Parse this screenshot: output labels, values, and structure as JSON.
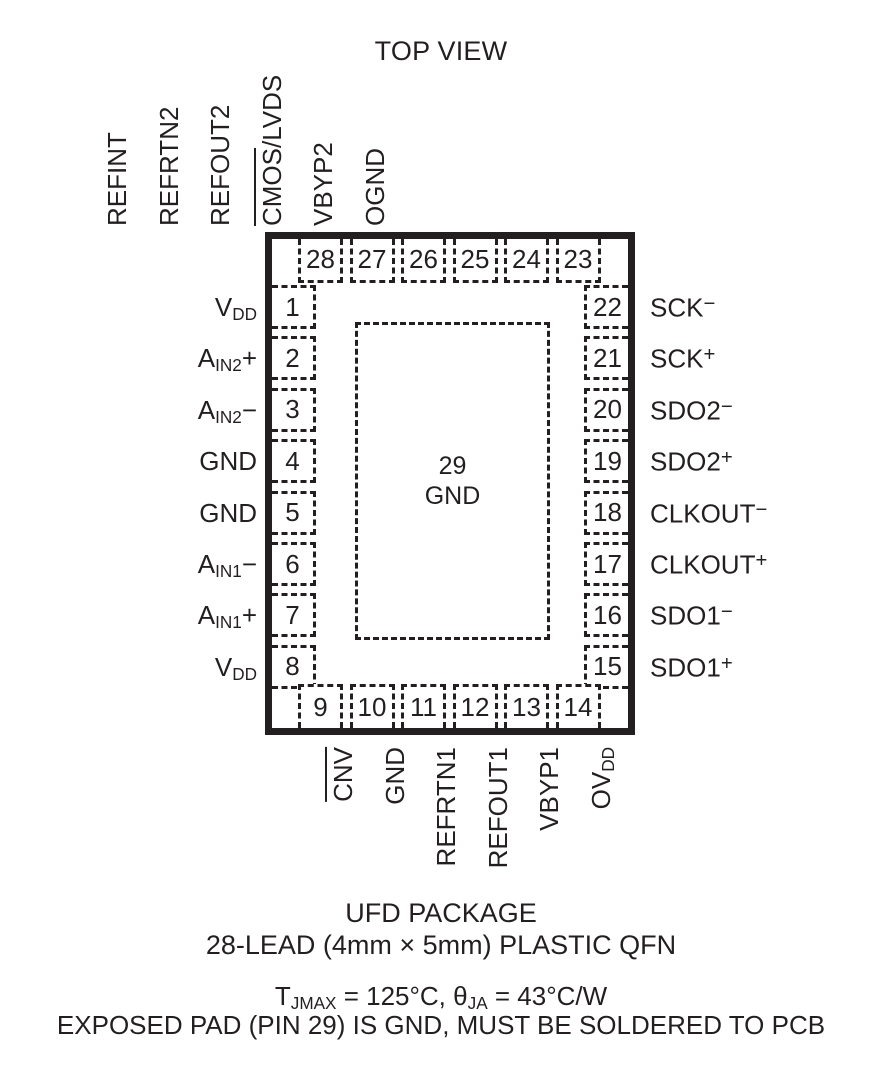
{
  "diagram": {
    "title": "TOP VIEW",
    "package_outline_color": "#231f20",
    "background_color": "#ffffff"
  },
  "exposed_pad": {
    "pin_number": "29",
    "label": "GND"
  },
  "pins": {
    "left": [
      {
        "number": "1",
        "label": "VDD",
        "base": "V",
        "sub": "DD",
        "sign": ""
      },
      {
        "number": "2",
        "label": "AIN2+",
        "base": "A",
        "sub": "IN2",
        "sign": "+"
      },
      {
        "number": "3",
        "label": "AIN2−",
        "base": "A",
        "sub": "IN2",
        "sign": "−"
      },
      {
        "number": "4",
        "label": "GND",
        "base": "GND",
        "sub": "",
        "sign": ""
      },
      {
        "number": "5",
        "label": "GND",
        "base": "GND",
        "sub": "",
        "sign": ""
      },
      {
        "number": "6",
        "label": "AIN1−",
        "base": "A",
        "sub": "IN1",
        "sign": "−"
      },
      {
        "number": "7",
        "label": "AIN1+",
        "base": "A",
        "sub": "IN1",
        "sign": "+"
      },
      {
        "number": "8",
        "label": "VDD",
        "base": "V",
        "sub": "DD",
        "sign": ""
      }
    ],
    "bottom": [
      {
        "number": "9",
        "label": "CNV",
        "base": "CNV",
        "sub": "",
        "overline": true
      },
      {
        "number": "10",
        "label": "GND",
        "base": "GND",
        "sub": "",
        "overline": false
      },
      {
        "number": "11",
        "label": "REFRTN1",
        "base": "REFRTN1",
        "sub": "",
        "overline": false
      },
      {
        "number": "12",
        "label": "REFOUT1",
        "base": "REFOUT1",
        "sub": "",
        "overline": false
      },
      {
        "number": "13",
        "label": "VBYP1",
        "base": "VBYP1",
        "sub": "",
        "overline": false
      },
      {
        "number": "14",
        "label": "OVDD",
        "base": "OV",
        "sub": "DD",
        "overline": false
      }
    ],
    "right": [
      {
        "number": "15",
        "label": "SDO1+",
        "base": "SDO1",
        "sign": "+"
      },
      {
        "number": "16",
        "label": "SDO1−",
        "base": "SDO1",
        "sign": "−"
      },
      {
        "number": "17",
        "label": "CLKOUT+",
        "base": "CLKOUT",
        "sign": "+"
      },
      {
        "number": "18",
        "label": "CLKOUT−",
        "base": "CLKOUT",
        "sign": "−"
      },
      {
        "number": "19",
        "label": "SDO2+",
        "base": "SDO2",
        "sign": "+"
      },
      {
        "number": "20",
        "label": "SDO2−",
        "base": "SDO2",
        "sign": "−"
      },
      {
        "number": "21",
        "label": "SCK+",
        "base": "SCK",
        "sign": "+"
      },
      {
        "number": "22",
        "label": "SCK−",
        "base": "SCK",
        "sign": "−"
      }
    ],
    "top": [
      {
        "number": "23",
        "label": "OGND",
        "base": "OGND",
        "overline_part": ""
      },
      {
        "number": "24",
        "label": "VBYP2",
        "base": "VBYP2",
        "overline_part": ""
      },
      {
        "number": "25",
        "label": "CMOS/LVDS",
        "base": "CMOS",
        "overline_part": "CMOS",
        "rest": "/LVDS"
      },
      {
        "number": "26",
        "label": "REFOUT2",
        "base": "REFOUT2",
        "overline_part": ""
      },
      {
        "number": "27",
        "label": "REFRTN2",
        "base": "REFRTN2",
        "overline_part": ""
      },
      {
        "number": "28",
        "label": "REFINT",
        "base": "REFINT",
        "overline_part": ""
      }
    ]
  },
  "footer": {
    "package_name": "UFD PACKAGE",
    "package_desc": "28-LEAD (4mm × 5mm) PLASTIC QFN",
    "thermal_tj": "T",
    "thermal_tj_sub": "JMAX",
    "thermal_tj_val": " = 125°C, ",
    "thermal_theta": "θ",
    "thermal_theta_sub": "JA",
    "thermal_theta_val": " = 43°C/W",
    "exposed_pad_note": "EXPOSED PAD (PIN 29) IS GND, MUST BE SOLDERED TO PCB"
  }
}
